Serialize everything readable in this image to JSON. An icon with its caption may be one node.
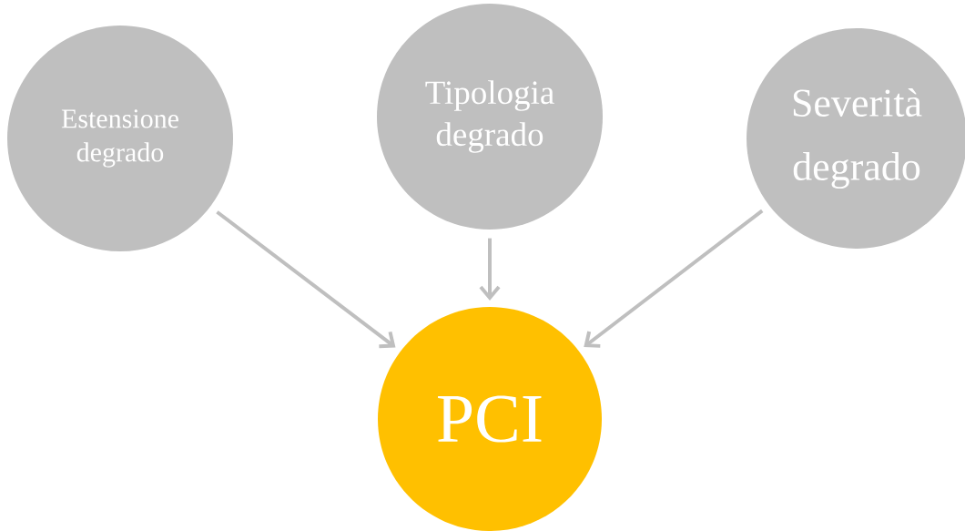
{
  "diagram": {
    "nodes": [
      {
        "text": [
          "Estensione degrado"
        ]
      },
      {
        "text": [
          "Tipologia degrado"
        ]
      },
      {
        "text": [
          "Severità degrado"
        ]
      },
      {
        "text": [
          "PCI"
        ]
      }
    ],
    "edges": [
      {
        "from": 0,
        "to": 3,
        "arrow": "to"
      },
      {
        "from": 1,
        "to": 3,
        "arrow": "to"
      },
      {
        "from": 2,
        "to": 3,
        "arrow": "to"
      }
    ]
  }
}
